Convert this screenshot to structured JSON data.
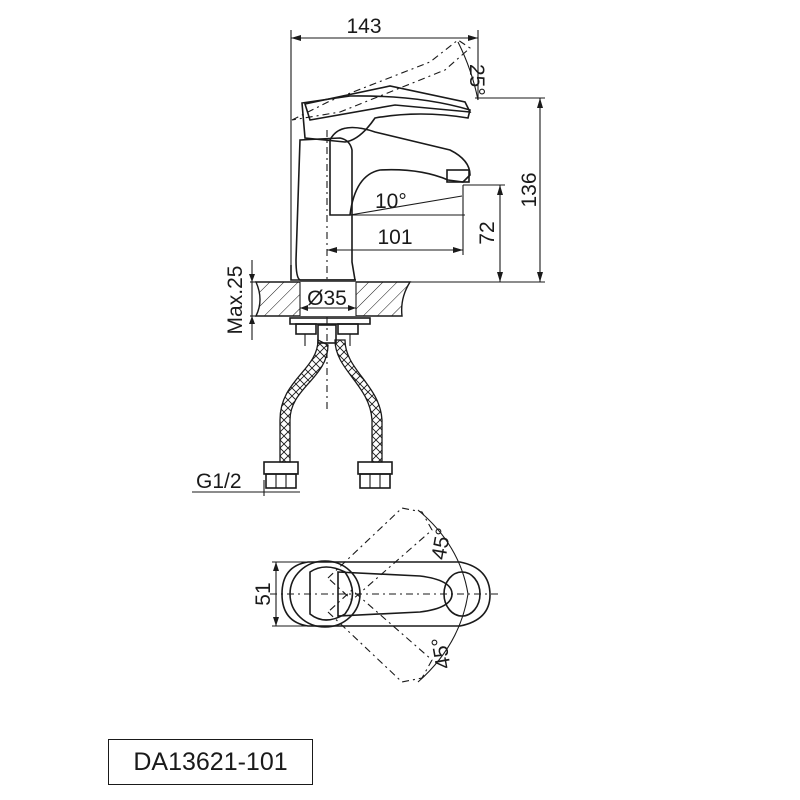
{
  "dimensions": {
    "width_total": "143",
    "handle_tilt": "25°",
    "height_total": "136",
    "spout_angle": "10°",
    "spout_reach": "101",
    "spout_height": "72",
    "max_thickness": "Max.25",
    "hole_diameter": "Ø35",
    "connection": "G1/2",
    "top_width": "51",
    "rotation_upper": "45°",
    "rotation_lower": "45°"
  },
  "model_number": "DA13621-101",
  "colors": {
    "ink": "#1a1a1a",
    "background": "#ffffff"
  }
}
